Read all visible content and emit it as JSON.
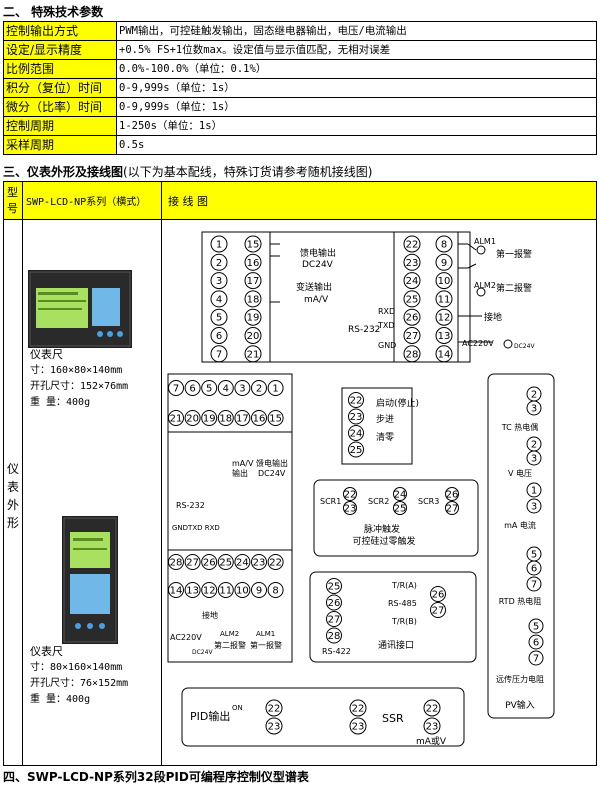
{
  "section2": {
    "title": "二、 特殊技术参数"
  },
  "specs": [
    {
      "key": "控制输出方式",
      "value": "PWM输出，可控硅触发输出，固态继电器输出，电压/电流输出"
    },
    {
      "key": "设定/显示精度",
      "value": "+0.5% FS+1位数max。设定值与显示值匹配，无相对误差"
    },
    {
      "key": "比例范围",
      "value": "0.0%-100.0%（单位：0.1%）"
    },
    {
      "key": "积分（复位）时间",
      "value": "0-9,999s（单位：1s）"
    },
    {
      "key": "微分（比率）时间",
      "value": "0-9,999s（单位：1s）"
    },
    {
      "key": "控制周期",
      "value": "1-250s（单位：1s）"
    },
    {
      "key": "采样周期",
      "value": "0.5s"
    }
  ],
  "section3": {
    "title": "三、仪表外形及接线图",
    "note": "(以下为基本配线，特殊订货请参考随机接线图)"
  },
  "table3": {
    "col_model_1": "型",
    "col_model_2": "号",
    "col_series": "SWP-LCD-NP系列（横式）",
    "col_wiring": "接 线 图",
    "side_label": [
      "仪",
      "表",
      "外",
      "形"
    ]
  },
  "device_h": {
    "label": "仪表尺",
    "size": "寸：160×80×140mm",
    "cutout": "开孔尺寸：152×76mm",
    "weight": "重 量：400g"
  },
  "device_v": {
    "label": "仪表尺",
    "size": "寸：80×160×140mm",
    "cutout": "开孔尺寸：76×152mm",
    "weight": "重 量：400g"
  },
  "wiring": {
    "left_col": [
      "1",
      "2",
      "3",
      "4",
      "5",
      "6",
      "7"
    ],
    "mid_col": [
      "15",
      "16",
      "17",
      "18",
      "19",
      "20",
      "21"
    ],
    "right_col1": [
      "22",
      "23",
      "24",
      "25",
      "26",
      "27",
      "28"
    ],
    "right_col2": [
      "8",
      "9",
      "10",
      "11",
      "12",
      "13",
      "14"
    ],
    "feed_out": "馈电输出",
    "feed_v": "DC24V",
    "trans_out": "变送输出",
    "trans_unit": "mA/V",
    "rs232": "RS-232",
    "rxd": "RXD",
    "txd": "TXD",
    "gnd": "GND",
    "alm1": "ALM1",
    "alm1_t": "第一报警",
    "alm2": "ALM2",
    "alm2_t": "第二报警",
    "ground": "接地",
    "ac": "AC220V",
    "dc24": "DC24V",
    "v_top": [
      "7",
      "6",
      "5",
      "4",
      "3",
      "2",
      "1"
    ],
    "v_row2": [
      "21",
      "20",
      "19",
      "18",
      "17",
      "16",
      "15"
    ],
    "v_row3": [
      "28",
      "27",
      "26",
      "25",
      "24",
      "23",
      "22"
    ],
    "v_row4": [
      "14",
      "13",
      "12",
      "11",
      "10",
      "9",
      "8"
    ],
    "v_mav": "mA/V",
    "v_out": "输出",
    "v_gndtxdrxd": "GNDTXD RXD",
    "v_ground": "接地",
    "start": "启动(停止)",
    "step": "步进",
    "clear": "清零",
    "pulse1": "脉冲触发",
    "pulse2": "可控硅过零触发",
    "scr1": "SCR1",
    "scr2": "SCR2",
    "scr3": "SCR3",
    "comm": "通讯接口",
    "rs485": "RS-485",
    "rs422": "RS-422",
    "tra": "T/R(A)",
    "trb": "T/R(B)",
    "tc": "TC 热电偶",
    "vv": "V 电压",
    "ma": "mA 电流",
    "rtd": "RTD 热电阻",
    "remote": "远传压力电阻",
    "pv": "PV输入",
    "pid": "PID输出",
    "on": "ON",
    "ssr": "SSR",
    "maorv": "mA或V"
  },
  "section4": {
    "title": "四、SWP-LCD-NP系列32段PID可编程序控制仪型谱表"
  }
}
